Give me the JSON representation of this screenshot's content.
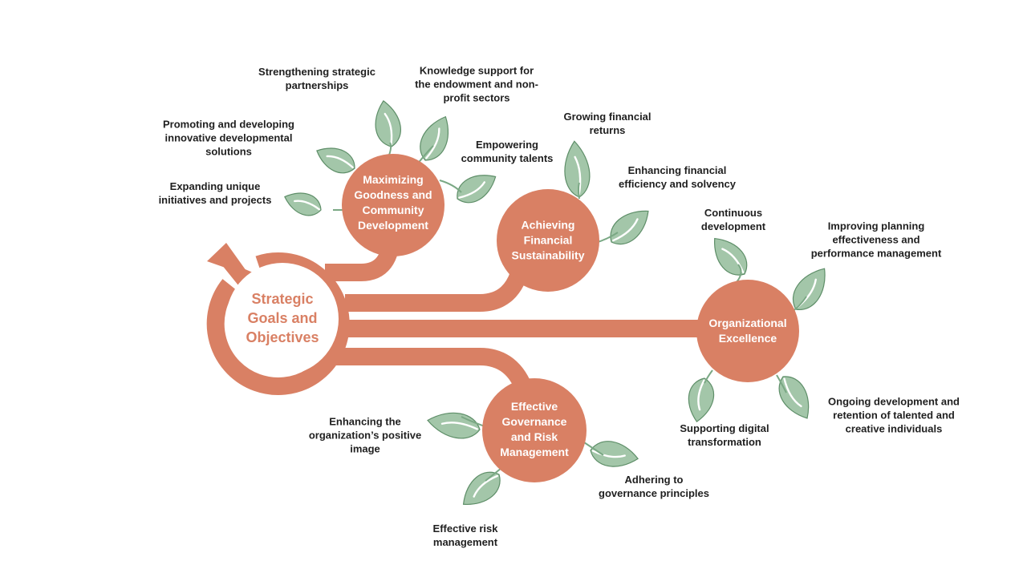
{
  "center": {
    "title_lines": [
      "Strategic",
      "Goals and",
      "Objectives"
    ]
  },
  "colors": {
    "branch": "#d98064",
    "leaf": "#a3c6a9",
    "leaf_stroke": "#5e8e68",
    "text": "#1f1f1f"
  },
  "goals": [
    {
      "title_lines": [
        "Maximizing",
        "Goodness and",
        "Community",
        "Development"
      ],
      "objectives": [
        {
          "lines": [
            "Strengthening strategic",
            "partnerships"
          ]
        },
        {
          "lines": [
            "Knowledge support for",
            "the endowment and non-",
            "profit sectors"
          ]
        },
        {
          "lines": [
            "Promoting and developing",
            "innovative developmental",
            "solutions"
          ]
        },
        {
          "lines": [
            "Empowering",
            "community talents"
          ]
        },
        {
          "lines": [
            "Expanding unique",
            "initiatives and projects"
          ]
        }
      ]
    },
    {
      "title_lines": [
        "Achieving",
        "Financial",
        "Sustainability"
      ],
      "objectives": [
        {
          "lines": [
            "Growing financial",
            "returns"
          ]
        },
        {
          "lines": [
            "Enhancing financial",
            "efficiency and solvency"
          ]
        }
      ]
    },
    {
      "title_lines": [
        "Organizational",
        "Excellence"
      ],
      "objectives": [
        {
          "lines": [
            "Continuous",
            "development"
          ]
        },
        {
          "lines": [
            "Improving planning",
            "effectiveness and",
            "performance management"
          ]
        },
        {
          "lines": [
            "Supporting digital",
            "transformation"
          ]
        },
        {
          "lines": [
            "Ongoing development and",
            "retention of talented and",
            "creative individuals"
          ]
        }
      ]
    },
    {
      "title_lines": [
        "Effective",
        "Governance",
        "and Risk",
        "Management"
      ],
      "objectives": [
        {
          "lines": [
            "Enhancing the",
            "organization’s positive",
            "image"
          ]
        },
        {
          "lines": [
            "Adhering to",
            "governance principles"
          ]
        },
        {
          "lines": [
            "Effective risk",
            "management"
          ]
        }
      ]
    }
  ]
}
